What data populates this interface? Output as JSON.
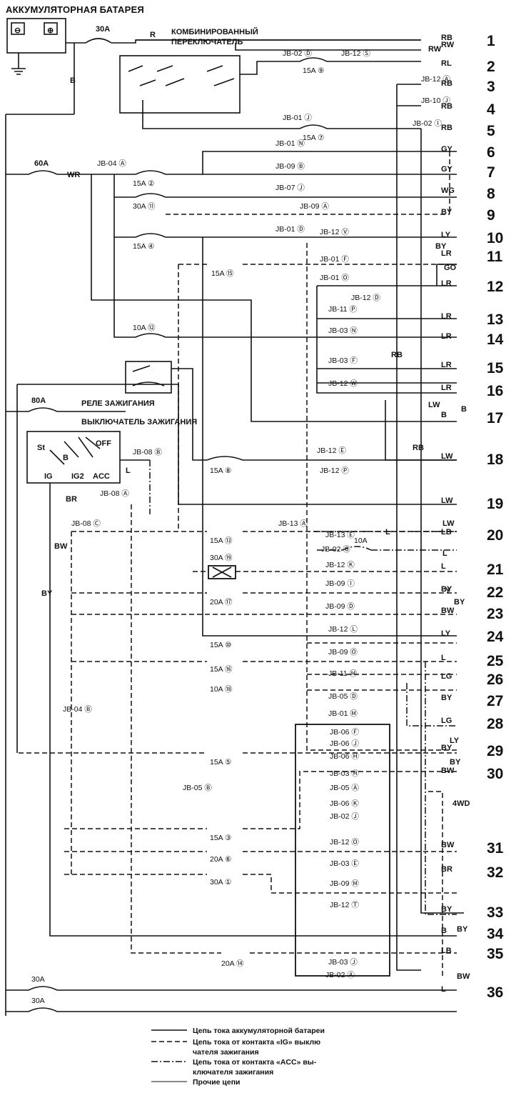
{
  "title": "АККУМУЛЯТОРНАЯ БАТАРЕЯ",
  "labels": {
    "battery_minus": "⊖",
    "battery_plus": "⊕",
    "combo_switch_1": "КОМБИНИРОВАННЫЙ",
    "combo_switch_2": "ПЕРЕКЛЮЧАТЕЛЬ",
    "ignition_relay": "РЕЛЕ ЗАЖИГАНИЯ",
    "ignition_switch": "ВЫКЛЮЧАТЕЛЬ ЗАЖИГАНИЯ",
    "sw_st": "St",
    "sw_off": "OFF",
    "sw_ig": "IG",
    "sw_ig2": "IG2",
    "sw_acc": "ACC",
    "sw_b": "B",
    "fourwd": "4WD",
    "main_fuse_30": "30A",
    "main_fuse_60": "60A",
    "main_fuse_80": "80A",
    "wire_r": "R",
    "wire_b": "B",
    "wire_wr": "WR",
    "wire_br": "BR",
    "wire_bw": "BW",
    "wire_by": "BY",
    "wire_l": "L",
    "wire_rb_mid": "RB",
    "wire_rb_mid2": "RB"
  },
  "outputs": [
    {
      "num": "1",
      "wire": "RB"
    },
    {
      "num": "",
      "wire": "RW"
    },
    {
      "num": "2",
      "wire": "RL"
    },
    {
      "num": "3",
      "wire": "RB"
    },
    {
      "num": "4",
      "wire": "RB"
    },
    {
      "num": "5",
      "wire": "RB"
    },
    {
      "num": "6",
      "wire": "GY"
    },
    {
      "num": "7",
      "wire": "GY"
    },
    {
      "num": "8",
      "wire": "WG"
    },
    {
      "num": "9",
      "wire": "BY"
    },
    {
      "num": "10",
      "wire": "LY"
    },
    {
      "num": "11",
      "wire": "LR"
    },
    {
      "num": "12",
      "wire": "LR"
    },
    {
      "num": "13",
      "wire": "LR"
    },
    {
      "num": "14",
      "wire": "LR"
    },
    {
      "num": "15",
      "wire": "LR"
    },
    {
      "num": "16",
      "wire": "LR"
    },
    {
      "num": "17",
      "wire": "B"
    },
    {
      "num": "18",
      "wire": "LW"
    },
    {
      "num": "19",
      "wire": "LW"
    },
    {
      "num": "20",
      "wire": "LB"
    },
    {
      "num": "21",
      "wire": "L"
    },
    {
      "num": "22",
      "wire": "BY"
    },
    {
      "num": "23",
      "wire": "BW"
    },
    {
      "num": "24",
      "wire": "LY"
    },
    {
      "num": "25",
      "wire": "L"
    },
    {
      "num": "26",
      "wire": "LG"
    },
    {
      "num": "27",
      "wire": "BY"
    },
    {
      "num": "28",
      "wire": "LG"
    },
    {
      "num": "29",
      "wire": "BY"
    },
    {
      "num": "30",
      "wire": "BW"
    },
    {
      "num": "31",
      "wire": "BW"
    },
    {
      "num": "32",
      "wire": "BR"
    },
    {
      "num": "33",
      "wire": "BY"
    },
    {
      "num": "34",
      "wire": "B"
    },
    {
      "num": "35",
      "wire": "LB"
    },
    {
      "num": "36",
      "wire": "L"
    }
  ],
  "extra_wires": [
    "RW",
    "BY",
    "GO",
    "LW",
    "B",
    "LW",
    "L",
    "L",
    "Y",
    "BY",
    "LY",
    "BY",
    "BY",
    "BW"
  ],
  "fuses": [
    "30A",
    "15A ⑨",
    "15A ⑦",
    "15A ②",
    "30A ⑪",
    "15A ④",
    "15A ⑮",
    "10A ⑫",
    "15A ⑧",
    "15A ⑬",
    "30A ⑲",
    "20A ⑰",
    "10A",
    "15A ⑩",
    "15A ⑯",
    "10A ⑱",
    "15A ⑤",
    "15A ③",
    "20A ⑥",
    "30A ①",
    "20A ⑭",
    "30A",
    "30A"
  ],
  "jb": [
    "JB-02 Ⓓ",
    "JB-12 Ⓢ",
    "JB-12 Ⓐ",
    "JB-10 Ⓙ",
    "JB-01 Ⓙ",
    "JB-02 Ⓘ",
    "JB-01 Ⓝ",
    "JB-04 Ⓐ",
    "JB-09 Ⓑ",
    "JB-07 Ⓙ",
    "JB-09 Ⓐ",
    "JB-01 Ⓓ",
    "JB-12 Ⓥ",
    "JB-01 Ⓕ",
    "JB-01 Ⓞ",
    "JB-12 Ⓓ",
    "JB-11 Ⓟ",
    "JB-03 Ⓝ",
    "JB-03 Ⓕ",
    "JB-12 Ⓦ",
    "JB-08 Ⓑ",
    "JB-12 Ⓔ",
    "JB-12 Ⓟ",
    "JB-08 Ⓐ",
    "JB-08 Ⓒ",
    "JB-13 Ⓐ",
    "JB-13 Ⓔ",
    "JB-02 Ⓖ",
    "JB-12 Ⓚ",
    "JB-09 Ⓘ",
    "JB-09 Ⓓ",
    "JB-12 Ⓛ",
    "JB-09 Ⓞ",
    "JB-11 Ⓜ",
    "JB-05 Ⓓ",
    "JB-04 Ⓑ",
    "JB-01 Ⓜ",
    "JB-06 Ⓕ",
    "JB-06 Ⓙ",
    "JB-06 Ⓗ",
    "JB-03 Ⓗ",
    "JB-05 Ⓑ",
    "JB-05 Ⓐ",
    "JB-06 Ⓚ",
    "JB-02 Ⓙ",
    "JB-12 Ⓞ",
    "JB-03 Ⓔ",
    "JB-09 Ⓜ",
    "JB-12 Ⓣ",
    "JB-03 Ⓙ",
    "JB-02 Ⓐ"
  ],
  "legend": {
    "line1": "Цепь тока аккумуляторной батареи",
    "line2a": "Цепь тока от контакта «IG» выклю",
    "line2b": "чателя зажигания",
    "line3a": "Цепь тока от контакта «ACC» вы-",
    "line3b": "ключателя зажигания",
    "line4": "Прочие цепи"
  }
}
